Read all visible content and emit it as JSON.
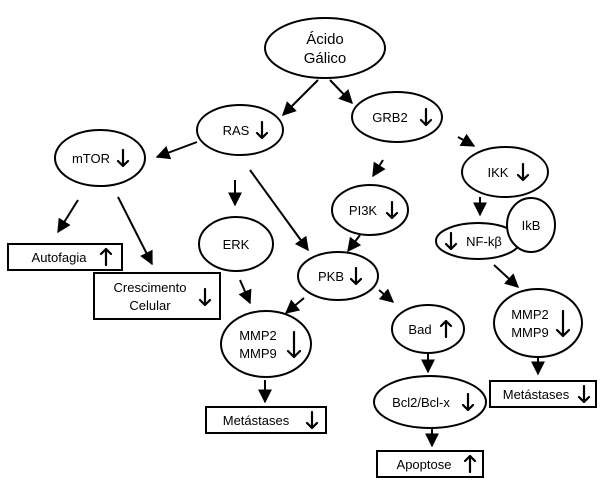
{
  "diagram": {
    "nodes": {
      "acido_line1": "Ácido",
      "acido_line2": "Gálico",
      "ras": "RAS",
      "grb2": "GRB2",
      "mtor": "mTOR",
      "ikk": "IKK",
      "pi3k": "PI3K",
      "ikb": "IkB",
      "nfkb": "NF-kβ",
      "erk": "ERK",
      "pkb": "PKB",
      "mmp2_left": "MMP2",
      "mmp9_left": "MMP9",
      "bad": "Bad",
      "mmp2_right": "MMP2",
      "mmp9_right": "MMP9",
      "bcl": "Bcl2/Bcl-x"
    },
    "boxes": {
      "autofagia": "Autofagia",
      "crescimento_line1": "Crescimento",
      "crescimento_line2": "Celular",
      "metastases_left": "Metástases",
      "metastases_right": "Metástases",
      "apoptose": "Apoptose"
    },
    "indicators": {
      "ras": "down",
      "grb2": "down",
      "mtor": "down",
      "ikk": "down",
      "pi3k": "down",
      "nfkb": "down",
      "pkb": "down",
      "mmp_left": "down",
      "bad": "up",
      "mmp_right": "down",
      "bcl": "down",
      "autofagia": "up",
      "crescimento": "down",
      "metastases_left": "down",
      "metastases_right": "down",
      "apoptose": "up"
    },
    "colors": {
      "stroke": "#000000",
      "fill": "#ffffff"
    }
  }
}
